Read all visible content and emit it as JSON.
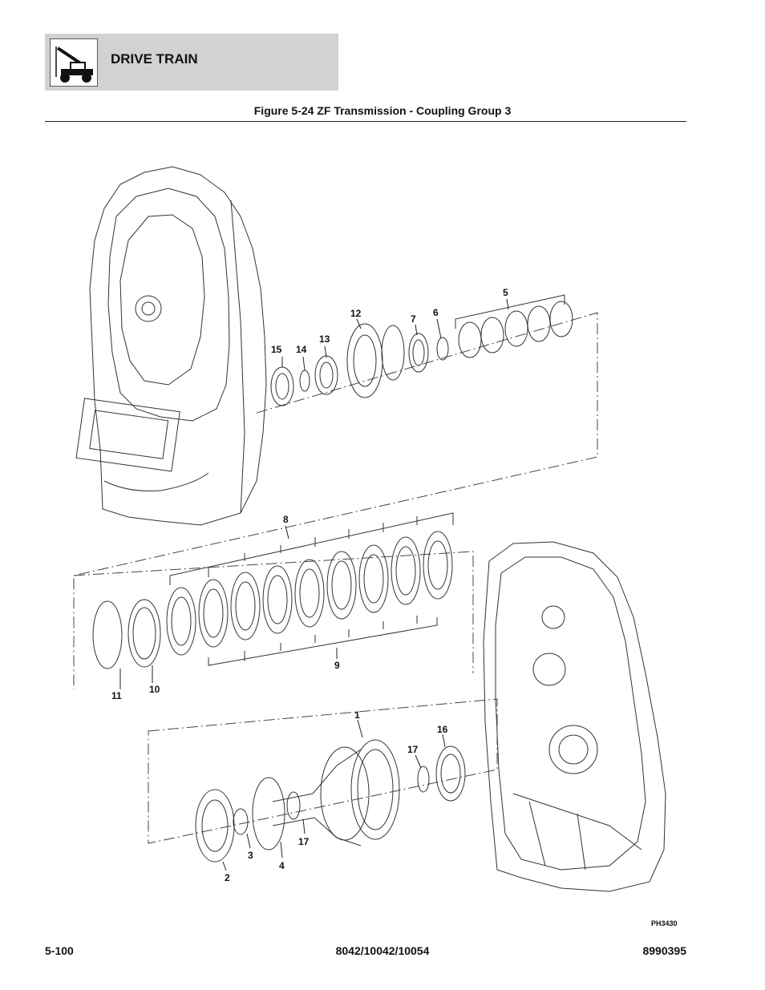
{
  "header": {
    "section_title": "DRIVE TRAIN",
    "icon": "telehandler-icon"
  },
  "figure": {
    "title": "Figure 5-24 ZF Transmission - Coupling Group 3",
    "image_code": "PH3430",
    "callouts": {
      "c1": "1",
      "c2": "2",
      "c3": "3",
      "c4": "4",
      "c5": "5",
      "c6": "6",
      "c7": "7",
      "c8": "8",
      "c9": "9",
      "c10": "10",
      "c11": "11",
      "c12": "12",
      "c13": "13",
      "c14": "14",
      "c15": "15",
      "c16": "16",
      "c17a": "17",
      "c17b": "17"
    }
  },
  "footer": {
    "page": "5-100",
    "models": "8042/10042/10054",
    "doc_number": "8990395"
  }
}
